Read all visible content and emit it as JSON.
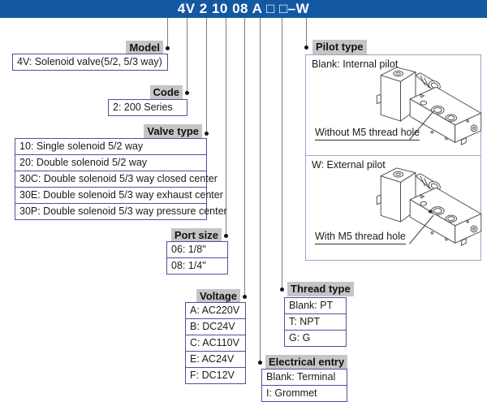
{
  "header": {
    "model_code": "4V 2 10 08 A □ □–W"
  },
  "sections": {
    "model": {
      "label": "Model",
      "items": [
        "4V: Solenoid valve(5/2, 5/3 way)"
      ]
    },
    "code": {
      "label": "Code",
      "items": [
        "2: 200 Series"
      ]
    },
    "valve_type": {
      "label": "Valve type",
      "items": [
        "10: Single solenoid 5/2 way",
        "20: Double solenoid 5/2 way",
        "30C: Double solenoid 5/3 way closed center",
        "30E: Double solenoid 5/3 way exhaust center",
        "30P: Double solenoid 5/3 way pressure center"
      ]
    },
    "port_size": {
      "label": "Port size",
      "items": [
        "06: 1/8\"",
        "08: 1/4\""
      ]
    },
    "voltage": {
      "label": "Voltage",
      "items": [
        "A: AC220V",
        "B: DC24V",
        "C: AC110V",
        "E: AC24V",
        "F: DC12V"
      ]
    },
    "thread_type": {
      "label": "Thread type",
      "items": [
        "Blank: PT",
        "T: NPT",
        "G: G"
      ]
    },
    "electrical_entry": {
      "label": "Electrical entry",
      "items": [
        "Blank: Terminal",
        "I: Grommet"
      ]
    },
    "pilot_type": {
      "label": "Pilot type",
      "options": [
        {
          "title": "Blank: Internal pilot",
          "note": "Without M5 thread hole"
        },
        {
          "title": "W: External pilot",
          "note": "With M5 thread hole"
        }
      ]
    }
  },
  "colors": {
    "header_bg": "#1458A2",
    "label_bg": "#C5C5C5",
    "box_border": "#4A52A0",
    "pilot_box_border": "#9AA6CC",
    "connector_line": "#7D7D7D"
  }
}
